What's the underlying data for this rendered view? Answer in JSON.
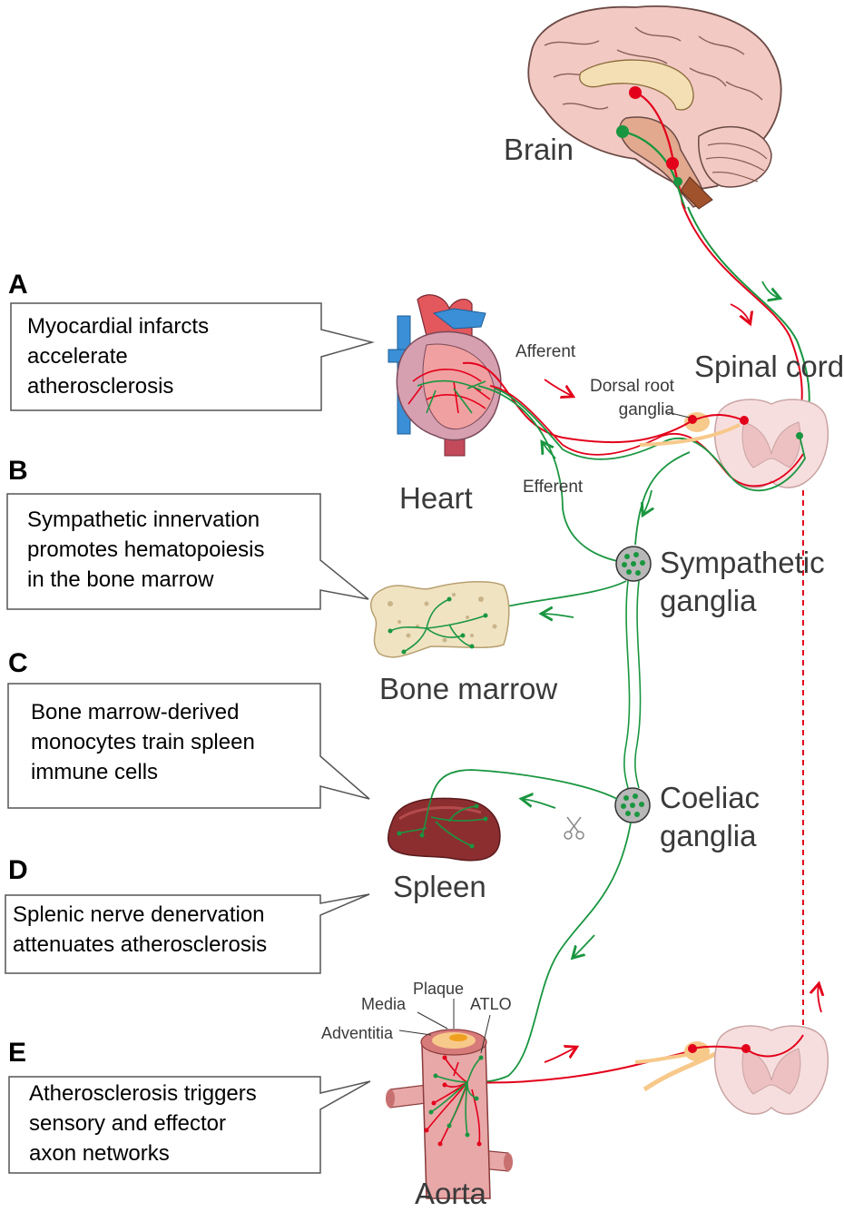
{
  "panels": [
    {
      "letter": "A",
      "text": "Myocardial infarcts\naccelerate\natherosclerosis"
    },
    {
      "letter": "B",
      "text": "Sympathetic innervation\npromotes hematopoiesis\nin the bone marrow"
    },
    {
      "letter": "C",
      "text": "Bone marrow-derived\nmonocytes train spleen\nimmune cells"
    },
    {
      "letter": "D",
      "text": "Splenic nerve denervation\nattenuates atherosclerosis"
    },
    {
      "letter": "E",
      "text": "Atherosclerosis triggers\nsensory and effector\naxon networks"
    }
  ],
  "organs": {
    "brain": "Brain",
    "heart": "Heart",
    "spinal_cord": "Spinal cord",
    "bone_marrow": "Bone marrow",
    "spleen": "Spleen",
    "aorta": "Aorta"
  },
  "ganglia": {
    "sympathetic": "Sympathetic\nganglia",
    "coeliac": "Coeliac\nganglia",
    "dorsal_root": "Dorsal root\nganglia"
  },
  "pathway_labels": {
    "afferent": "Afferent",
    "efferent": "Efferent"
  },
  "aorta_layers": {
    "media": "Media",
    "plaque": "Plaque",
    "atlo": "ATLO",
    "adventitia": "Adventitia"
  },
  "colors": {
    "afferent": "#e3001b",
    "efferent": "#1a9640",
    "callout_border": "#555555"
  }
}
